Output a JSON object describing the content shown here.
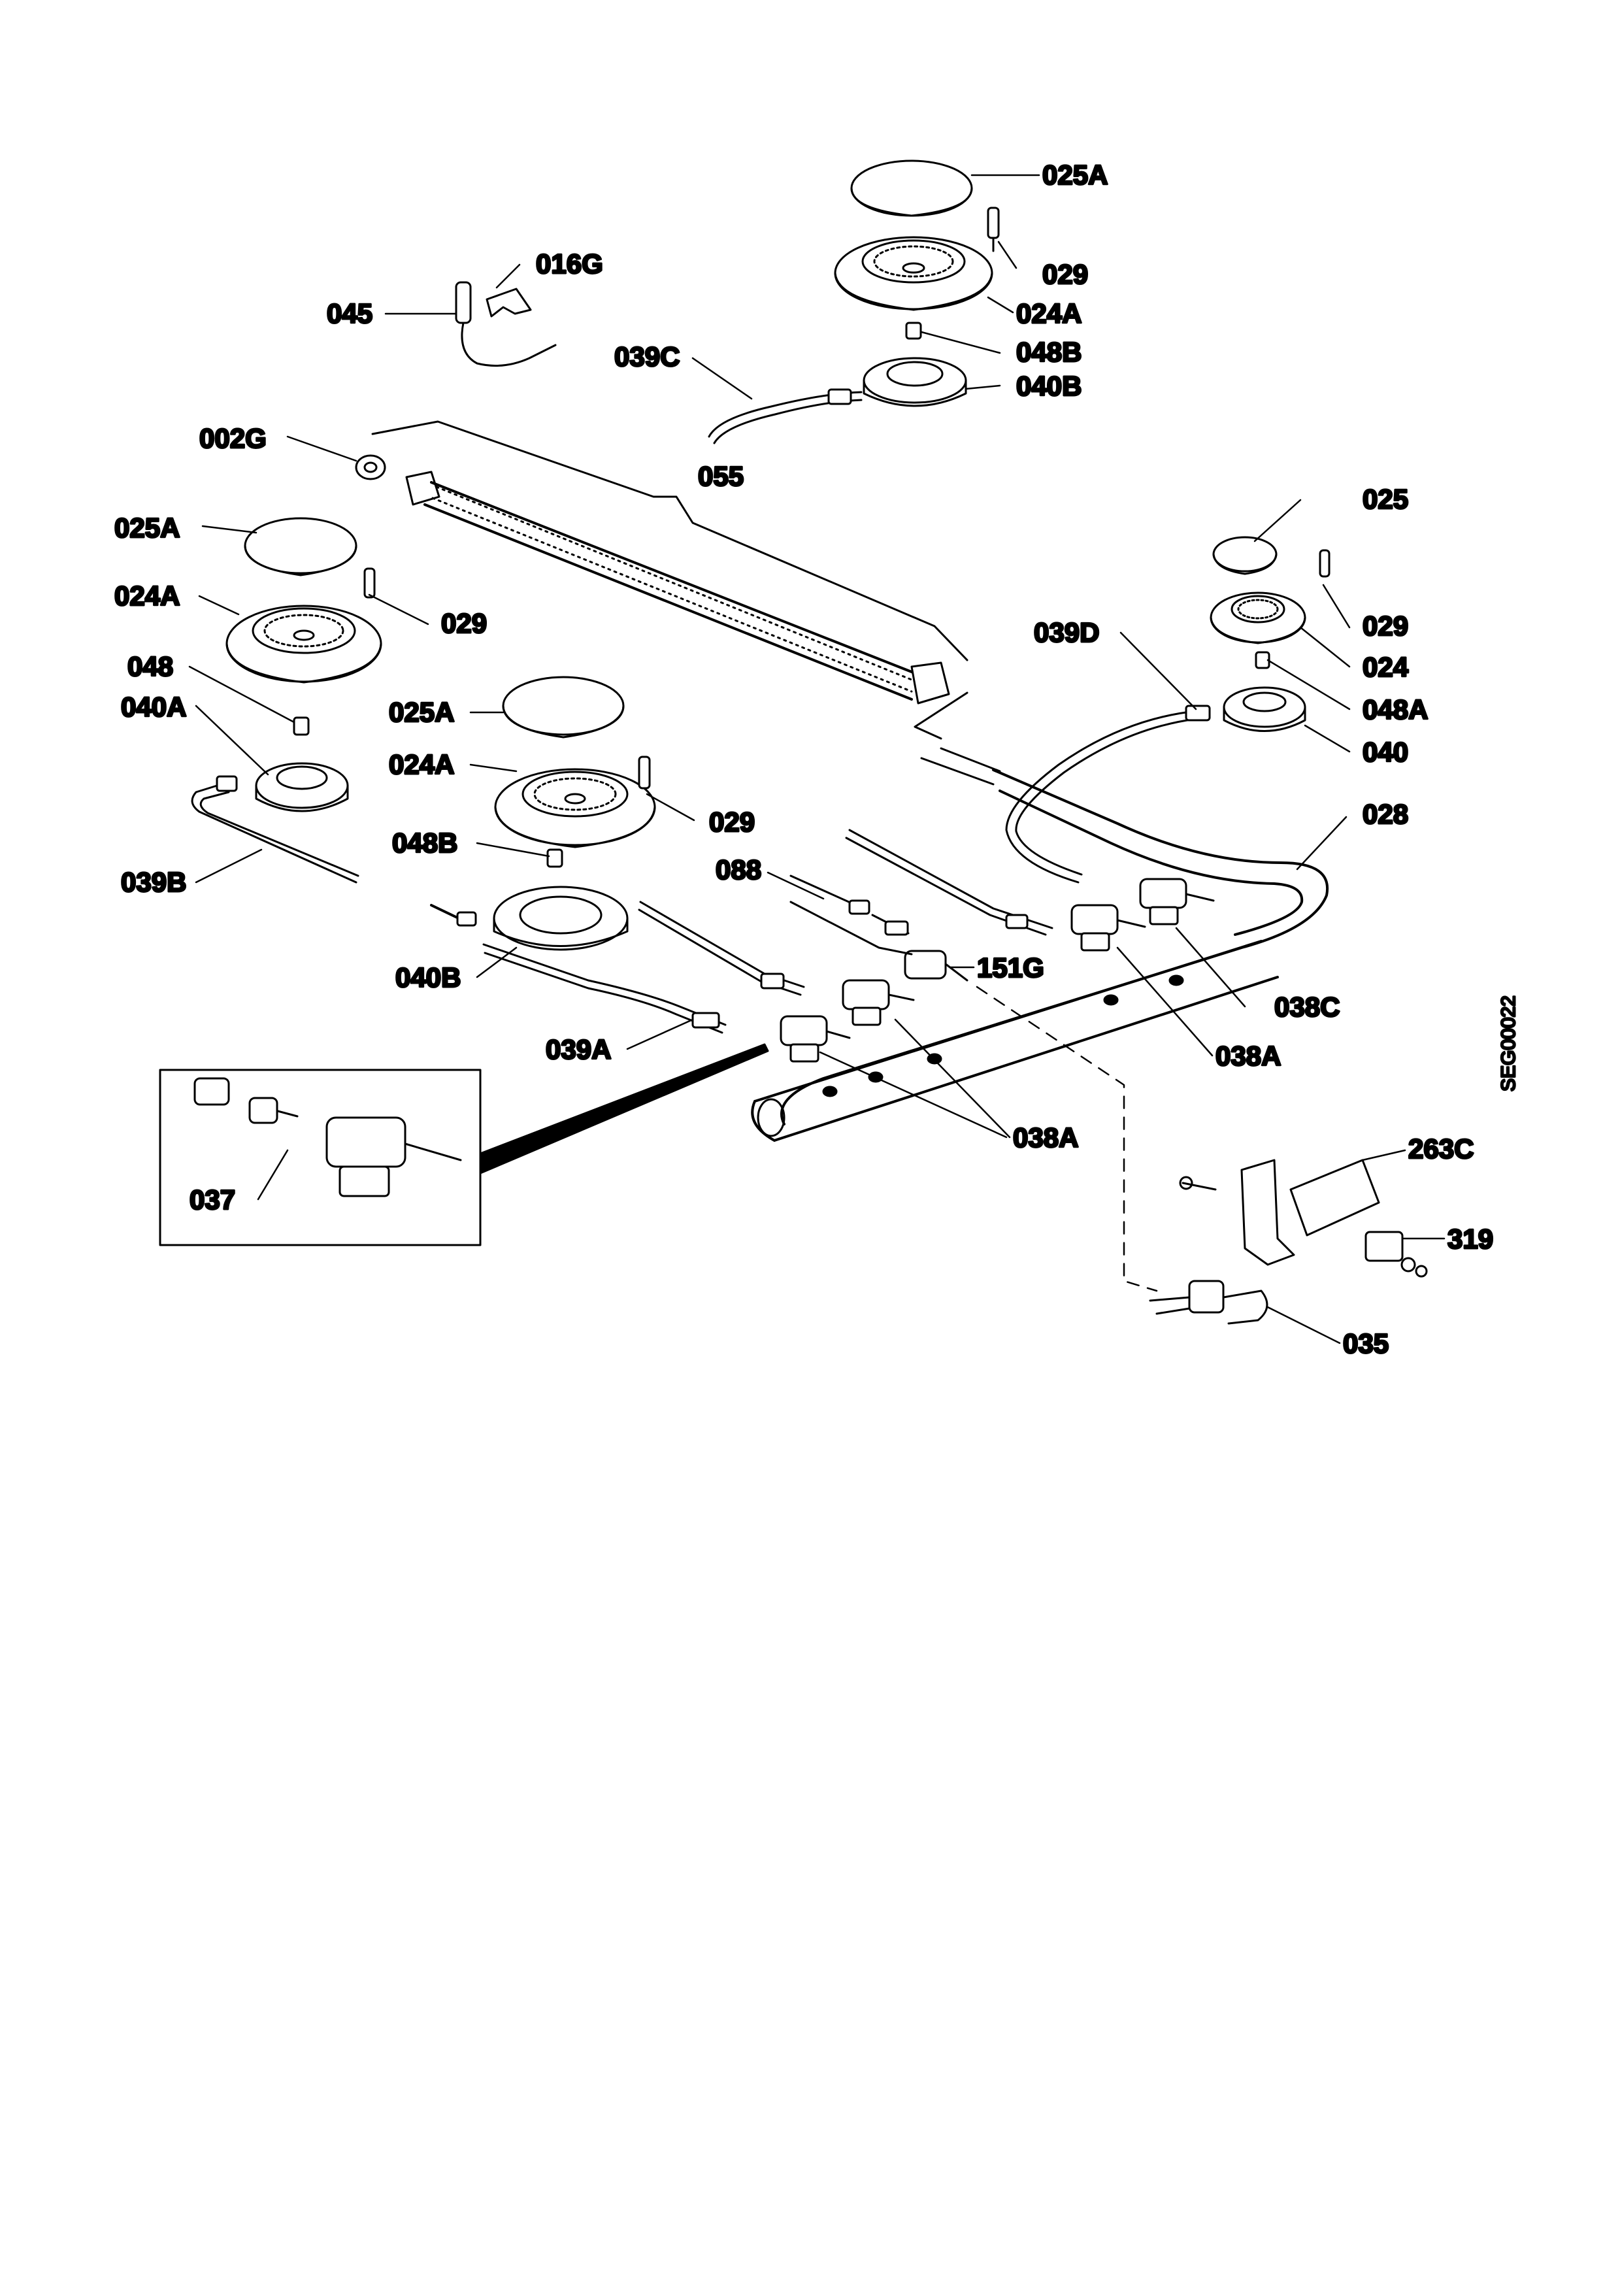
{
  "diagram": {
    "code": "SEG00022",
    "labels": {
      "l_025A_top": "025A",
      "l_029_top": "029",
      "l_024A_top": "024A",
      "l_048B_top": "048B",
      "l_040B_top": "040B",
      "l_016G": "016G",
      "l_045": "045",
      "l_039C": "039C",
      "l_002G": "002G",
      "l_055": "055",
      "l_025A_left": "025A",
      "l_024A_left": "024A",
      "l_029_left": "029",
      "l_048": "048",
      "l_040A": "040A",
      "l_039B": "039B",
      "l_025A_mid": "025A",
      "l_024A_mid": "024A",
      "l_029_mid": "029",
      "l_048B_mid": "048B",
      "l_040B_mid": "040B",
      "l_039A": "039A",
      "l_025": "025",
      "l_029_right": "029",
      "l_024": "024",
      "l_048A": "048A",
      "l_040": "040",
      "l_039D": "039D",
      "l_028": "028",
      "l_088": "088",
      "l_151G": "151G",
      "l_038C": "038C",
      "l_038A_right": "038A",
      "l_038A_bottom": "038A",
      "l_037": "037",
      "l_263C": "263C",
      "l_319": "319",
      "l_035": "035"
    }
  }
}
